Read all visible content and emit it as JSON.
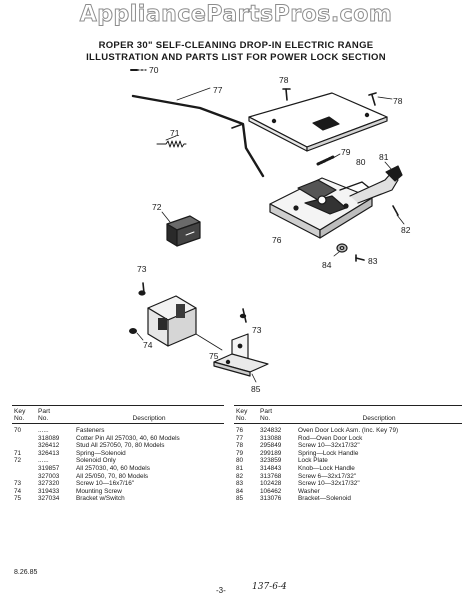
{
  "watermark": "AppliancePartsPros.com",
  "title_line1": "ROPER 30\" SELF-CLEANING DROP-IN ELECTRIC RANGE",
  "title_line2": "ILLUSTRATION AND PARTS LIST FOR POWER LOCK SECTION",
  "callouts": {
    "c70": "70",
    "c71": "71",
    "c72": "72",
    "c73a": "73",
    "c73b": "73",
    "c74": "74",
    "c75": "75",
    "c76": "76",
    "c77": "77",
    "c78a": "78",
    "c78b": "78",
    "c79": "79",
    "c80": "80",
    "c81": "81",
    "c82": "82",
    "c83": "83",
    "c84": "84",
    "c85": "85"
  },
  "table_headers": {
    "key_1": "Key",
    "key_2": "No.",
    "part_1": "Part",
    "part_2": "No.",
    "description": "Description"
  },
  "left_rows": [
    {
      "key": "70",
      "part": "......",
      "desc": "Fasteners"
    },
    {
      "key": "",
      "part": "318089",
      "desc": "Cotter Pin All 257030, 40, 60 Models"
    },
    {
      "key": "",
      "part": "326412",
      "desc": "Stud All 257050, 70, 80 Models"
    },
    {
      "key": "71",
      "part": "326413",
      "desc": "Spring—Solenoid"
    },
    {
      "key": "72",
      "part": "......",
      "desc": "Solenoid Only"
    },
    {
      "key": "",
      "part": "319857",
      "desc": "All 257030, 40, 60 Models"
    },
    {
      "key": "",
      "part": "327003",
      "desc": "All 25/050, 70, 80 Models"
    },
    {
      "key": "73",
      "part": "327320",
      "desc": "Screw 10—16x7/16\""
    },
    {
      "key": "74",
      "part": "319433",
      "desc": "Mounting Screw"
    },
    {
      "key": "75",
      "part": "327034",
      "desc": "Bracket w/Switch"
    }
  ],
  "right_rows": [
    {
      "key": "76",
      "part": "324832",
      "desc": "Oven Door Lock Asm. (Inc. Key 79)"
    },
    {
      "key": "77",
      "part": "313088",
      "desc": "Rod—Oven Door Lock"
    },
    {
      "key": "78",
      "part": "295849",
      "desc": "Screw 10—32x17/32\""
    },
    {
      "key": "79",
      "part": "299189",
      "desc": "Spring—Lock Handle"
    },
    {
      "key": "80",
      "part": "323859",
      "desc": "Lock Plate"
    },
    {
      "key": "81",
      "part": "314843",
      "desc": "Knob—Lock Handle"
    },
    {
      "key": "82",
      "part": "313768",
      "desc": "Screw 6—32x17/32\""
    },
    {
      "key": "83",
      "part": "102428",
      "desc": "Screw 10—32x17/32\""
    },
    {
      "key": "84",
      "part": "106462",
      "desc": "Washer"
    },
    {
      "key": "85",
      "part": "313076",
      "desc": "Bracket—Solenoid"
    }
  ],
  "footer": {
    "date": "8.26.85",
    "page": "-3-",
    "handnote": "137-6-4"
  }
}
